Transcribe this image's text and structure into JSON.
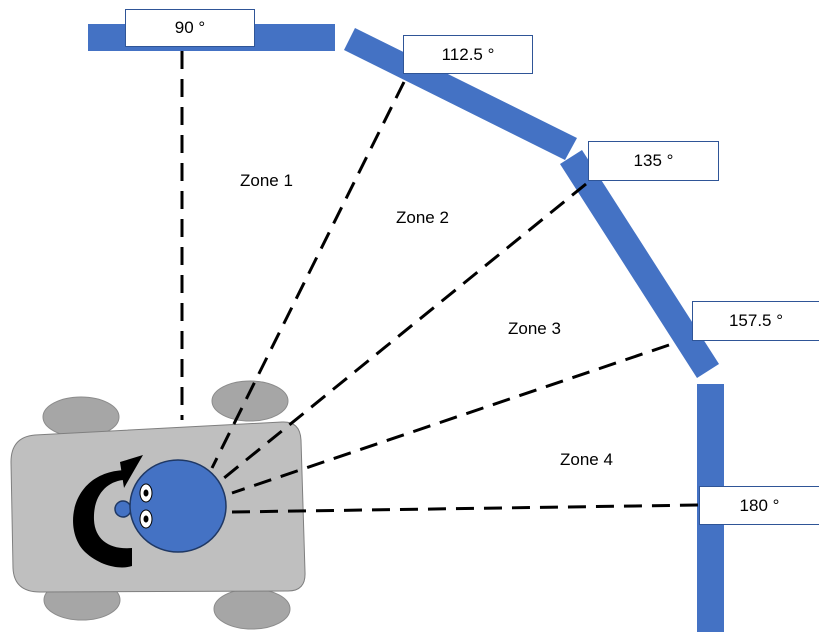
{
  "colors": {
    "wall": "#4472c4",
    "robot_body": "#bfbfbf",
    "robot_wheel": "#a6a6a6",
    "robot_head": "#4472c4",
    "head_outline": "#1f3864",
    "scan_line": "#000000",
    "label_border": "#2f5597"
  },
  "angles": {
    "a90": "90 °",
    "a112": "112.5 °",
    "a135": "135 °",
    "a157": "157.5 °",
    "a180": "180 °"
  },
  "zones": {
    "z1": "Zone 1",
    "z2": "Zone 2",
    "z3": "Zone 3",
    "z4": "Zone 4"
  },
  "icons": {
    "rotation": "curved-rotation-arrow-icon"
  }
}
